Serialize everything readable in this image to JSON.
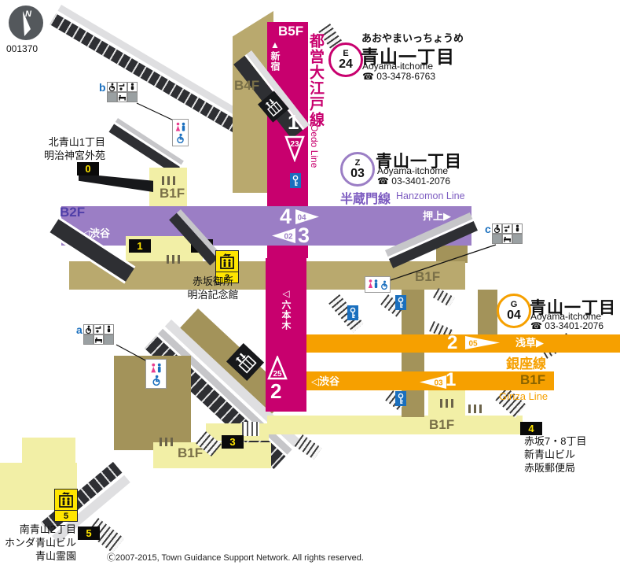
{
  "meta": {
    "map_id": "001370",
    "compass_label": "N",
    "copyright": "Ⓒ2007-2015, Town Guidance Support Network. All rights reserved."
  },
  "station_badges": {
    "oedo": {
      "line_letter": "E",
      "number": "24",
      "kana": "あおやまいっちょうめ",
      "name": "青山一丁目",
      "romaji": "Aoyama-itchome",
      "tel": "☎ 03-3478-6763",
      "color": "#C8006E"
    },
    "hanzomon": {
      "line_letter": "Z",
      "number": "03",
      "name": "青山一丁目",
      "romaji": "Aoyama-itchome",
      "tel": "☎ 03-3401-2076",
      "color": "#8A6BC8"
    },
    "ginza": {
      "line_letter": "G",
      "number": "04",
      "name": "青山一丁目",
      "romaji": "Aoyama-itchome",
      "tel": "☎ 03-3401-2076",
      "color": "#F6A000"
    }
  },
  "lines": {
    "oedo": {
      "name_ja": "都営大江戸線",
      "name_en": "Oedo Line",
      "color": "#C8006E"
    },
    "hanzomon": {
      "name_ja": "半蔵門線",
      "name_en": "Hanzomon Line",
      "color": "#7C5BC0",
      "band_color": "#9B7EC5"
    },
    "ginza": {
      "name_ja": "銀座線",
      "name_en": "Ginza Line",
      "color": "#F6A000"
    }
  },
  "floors": {
    "b5f": "B5F",
    "b4f": "B4F",
    "b2f": "B2F",
    "b1f": "B1F"
  },
  "platforms": {
    "oedo_1": "1",
    "oedo_2": "2",
    "hanzomon_4": "4",
    "hanzomon_3": "3",
    "ginza_2": "2",
    "ginza_1": "1"
  },
  "directions": {
    "shinjuku": "▲新宿",
    "roppongi": "◁六本木",
    "hz_shibuya": "◁渋谷",
    "oshiage": "押上▶",
    "gz_shibuya": "◁渋谷",
    "asakusa": "浅草▶"
  },
  "adjacent_station_markers": {
    "oedo_down": "23",
    "oedo_up": "25",
    "hz_right": "04",
    "hz_left": "02",
    "gz_right": "05",
    "gz_left": "03"
  },
  "exits": {
    "e0": "0",
    "e1": "1",
    "e2": "2",
    "e3": "3",
    "e4": "4",
    "e5": "5"
  },
  "elevators": {
    "el2": "2",
    "el5": "5"
  },
  "restroom_groups": {
    "a": "a",
    "b": "b",
    "c": "c"
  },
  "places": {
    "north": [
      "北青山1丁目",
      "明治神宮外苑"
    ],
    "akasaka_gosho": [
      "赤坂御所",
      "明治記念館"
    ],
    "south": [
      "南青山2丁目",
      "ホンダ青山ビル",
      "青山霊園"
    ],
    "east": [
      "赤坂7・8丁目",
      "新青山ビル",
      "赤阪郵便局"
    ]
  }
}
